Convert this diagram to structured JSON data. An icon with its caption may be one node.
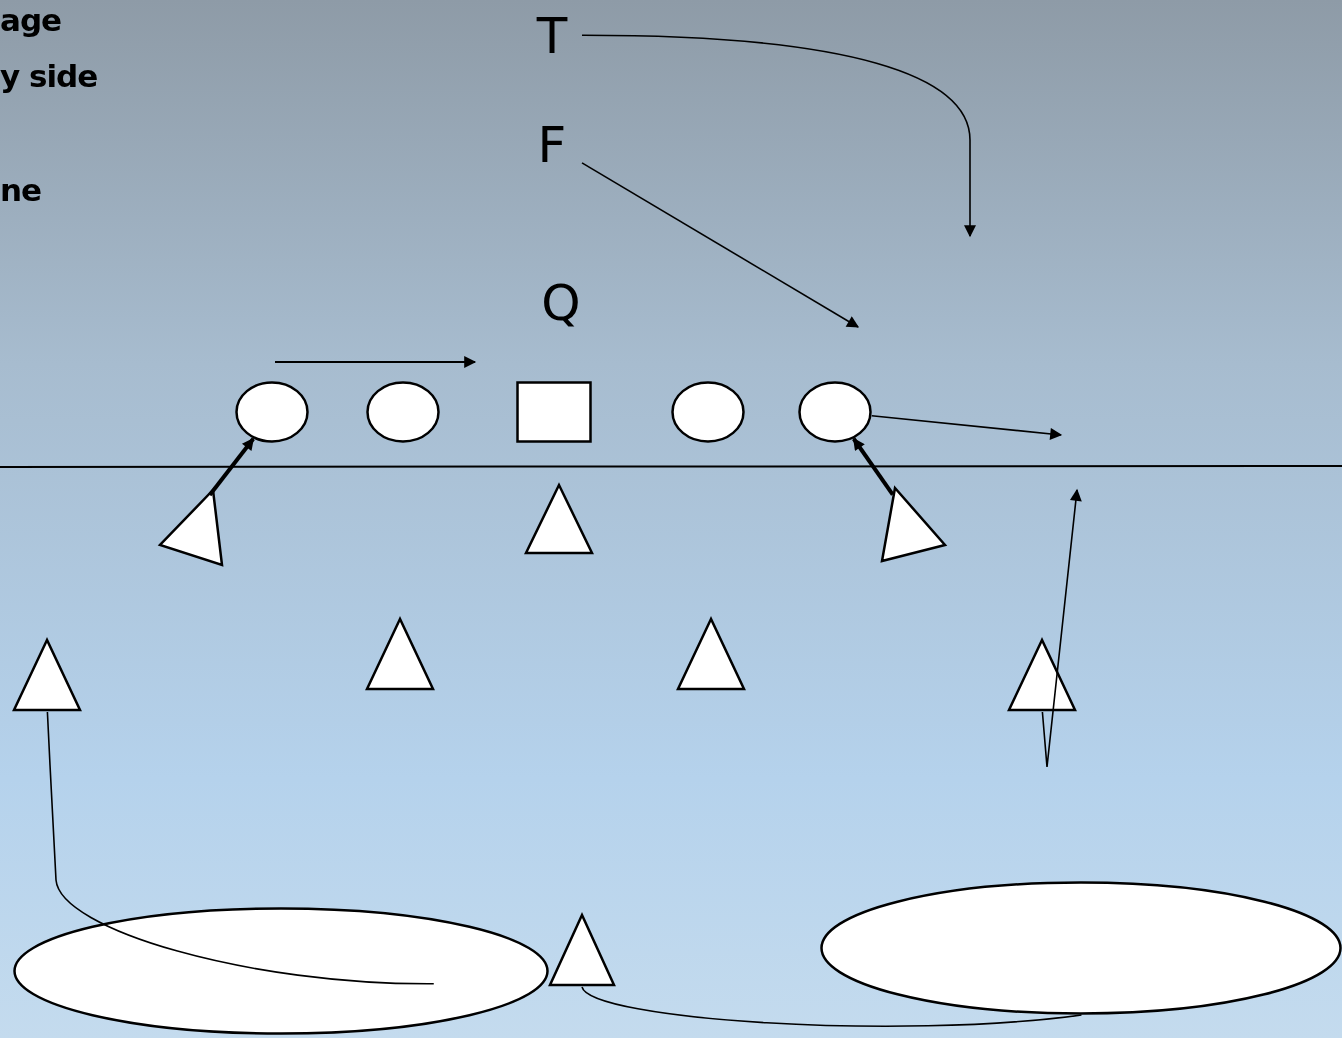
{
  "diagram": {
    "nodes": [
      {
        "text": [
          "T"
        ]
      },
      {
        "text": [
          "F"
        ]
      },
      {
        "text": [
          "Q"
        ]
      },
      {
        "text": [],
        "shape": "circle"
      },
      {
        "text": [],
        "shape": "circle"
      },
      {
        "text": [],
        "shape": "box"
      },
      {
        "text": [],
        "shape": "circle"
      },
      {
        "text": [],
        "shape": "circle"
      },
      {
        "text": [],
        "shape": "triangle"
      },
      {
        "text": [],
        "shape": "triangle"
      },
      {
        "text": [],
        "shape": "triangle"
      },
      {
        "text": [],
        "shape": "triangle"
      },
      {
        "text": [],
        "shape": "triangle"
      },
      {
        "text": [],
        "shape": "triangle"
      },
      {
        "text": [],
        "shape": "triangle"
      },
      {
        "text": [],
        "shape": "ellipse"
      },
      {
        "text": [],
        "shape": "ellipse"
      },
      {
        "text": [],
        "shape": "triangle"
      }
    ],
    "edges": [
      {
        "from": 0,
        "to": null,
        "arrow": "to"
      },
      {
        "from": 1,
        "to": null,
        "arrow": "to"
      },
      {
        "from": 8,
        "to": 3,
        "arrow": "to",
        "style": "thick"
      },
      {
        "from": 10,
        "to": 7,
        "arrow": "to",
        "style": "thick"
      },
      {
        "from": 7,
        "to": null,
        "arrow": "to"
      },
      {
        "from": 14,
        "to": null,
        "arrow": "to"
      },
      {
        "from": 11,
        "to": 15,
        "arrow": "none"
      },
      {
        "from": 17,
        "to": 16,
        "arrow": "none"
      }
    ],
    "labels": [
      "age",
      "y side",
      "ne"
    ]
  }
}
